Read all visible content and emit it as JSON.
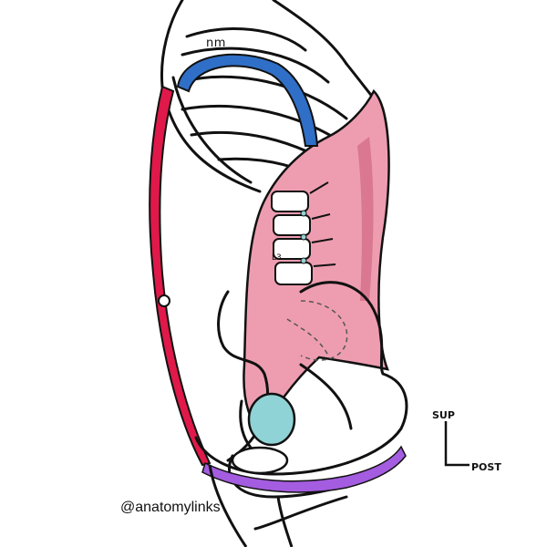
{
  "labels": {
    "nm": "nm",
    "l3": "L3"
  },
  "orientation": {
    "superior": "SUP",
    "posterior": "POST"
  },
  "watermark": "@anatomylinks",
  "colors": {
    "blue_band": "#2f6fc7",
    "red_muscle": "#e0194a",
    "pink_muscle": "#ee9db0",
    "dark_pink_stripe": "#c95a76",
    "purple_band": "#a45ce0",
    "teal_detail": "#8fd3d6",
    "outline": "#111111"
  }
}
